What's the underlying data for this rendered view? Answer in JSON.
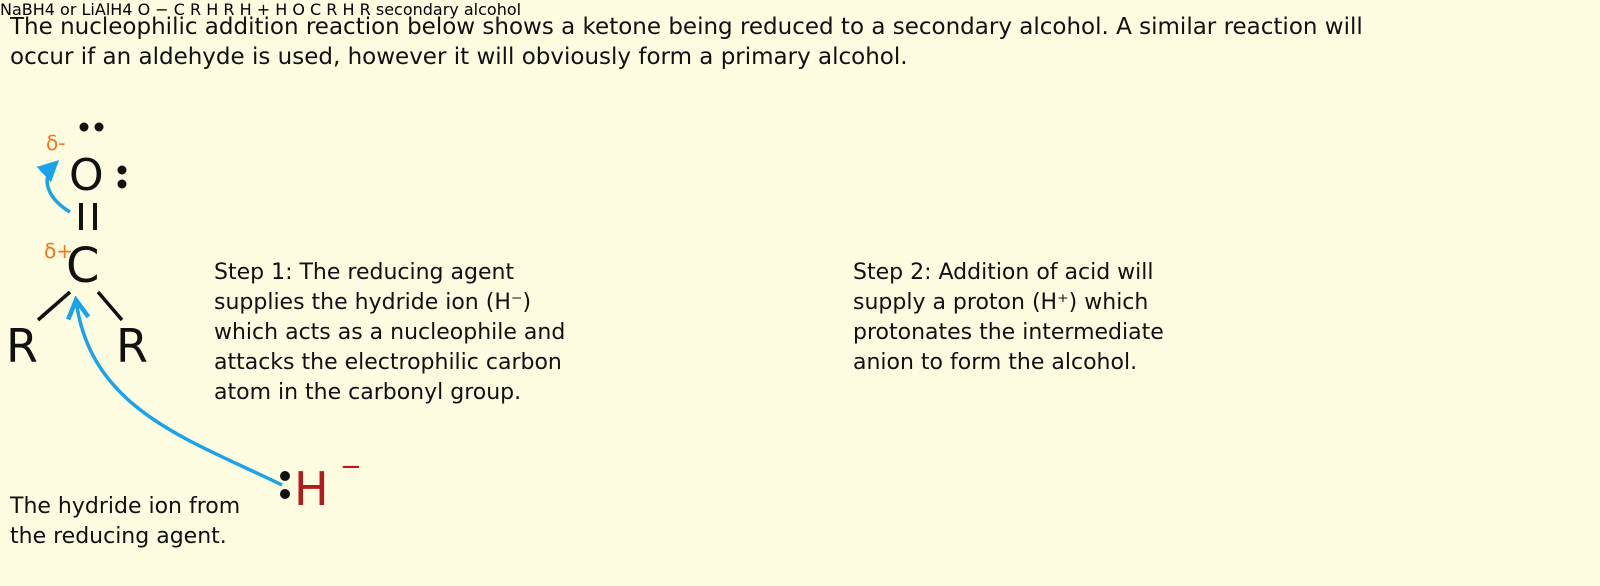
{
  "intro": "The nucleophilic addition reaction below shows a ketone being reduced to a secondary alcohol.  A similar reaction will\noccur if an aldehyde is used, however it will obviously form a primary alcohol.",
  "reagent": {
    "main": "NaBH",
    "sub1": "4",
    "or": " or LiAlH",
    "sub2": "4"
  },
  "step1": "Step 1: The reducing agent\nsupplies the hydride ion (H⁻)\nwhich acts as a nucleophile and\nattacks the electrophilic carbon\natom in the carbonyl group.",
  "step2": "Step 2: Addition of acid will\nsupply a proton (H⁺) which\nprotonates the intermediate\nanion to form the alcohol.",
  "hydride_caption": "The hydride ion from\nthe reducing agent.",
  "product_label": "secondary alcohol",
  "atoms": {
    "O": "O",
    "C": "C",
    "R": "R",
    "H": "H",
    "delta_minus": "δ-",
    "delta_plus": "δ+",
    "minus": "−",
    "plus": "+",
    "hydride_minus": "−"
  },
  "colors": {
    "background": "#fdfbe0",
    "text": "#111111",
    "arrow_blue": "#1aa3e8",
    "label_blue": "#1f6ec0",
    "hydrogen_red": "#b01c1c",
    "proton_red": "#e8251b",
    "partial_charge_orange": "#f07818"
  }
}
